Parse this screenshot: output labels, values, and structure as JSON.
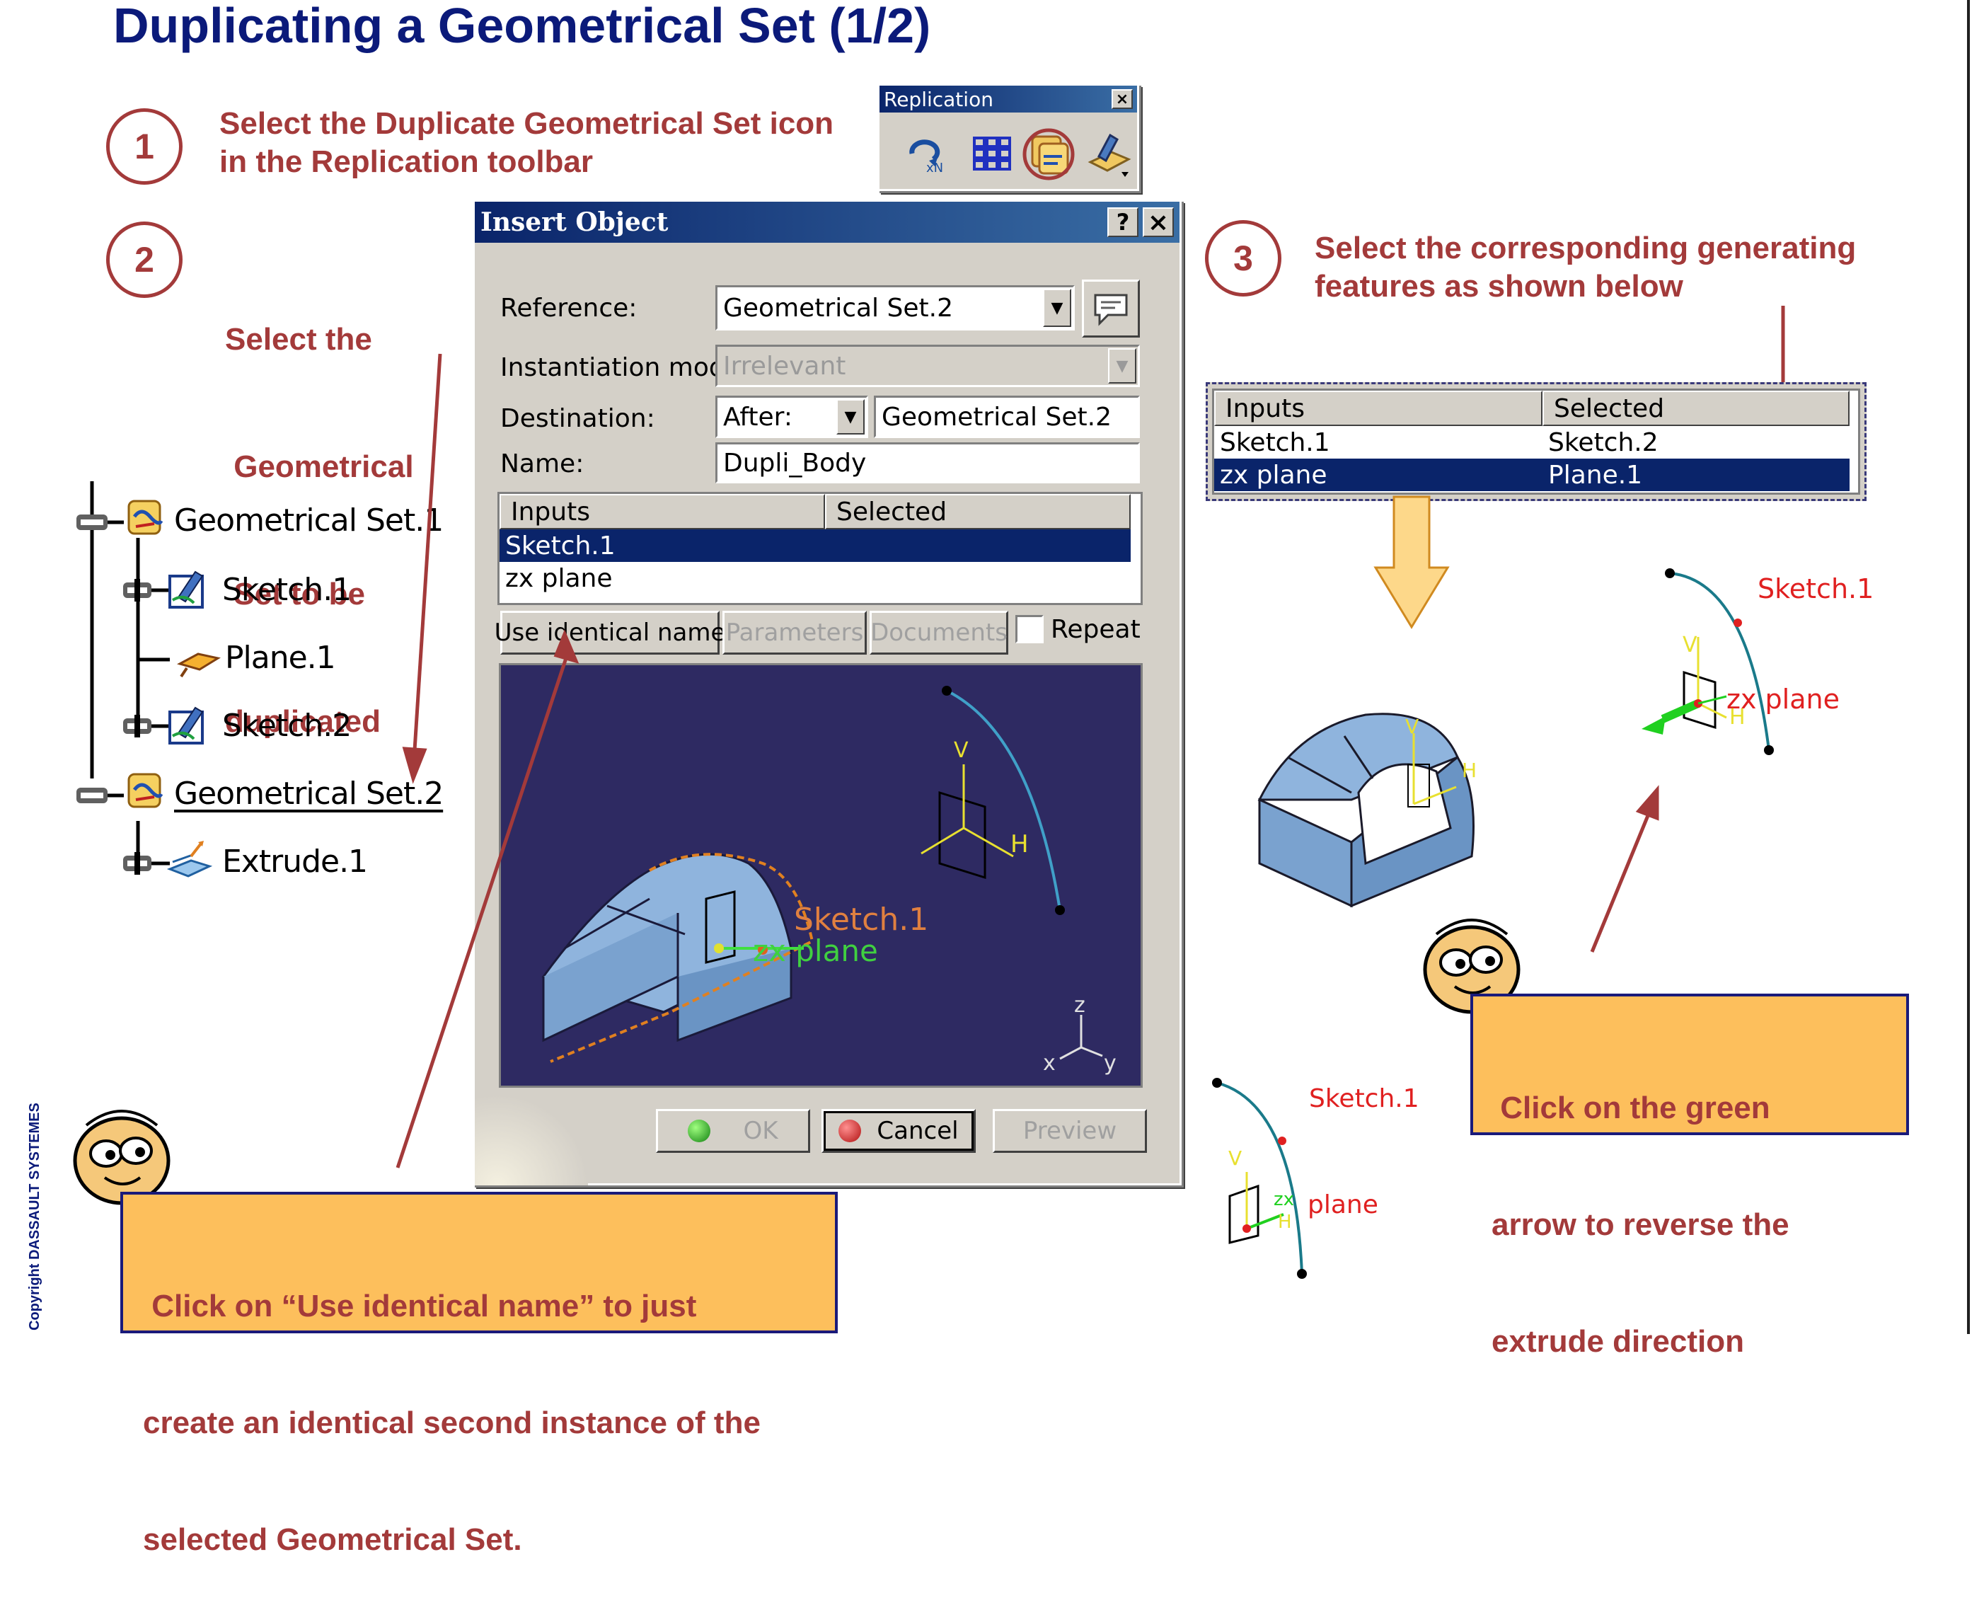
{
  "title": "Duplicating a Geometrical Set (1/2)",
  "steps": [
    {
      "number": "1",
      "lines": [
        "Select the Duplicate Geometrical Set icon",
        "in the Replication toolbar"
      ]
    },
    {
      "number": "2",
      "lines": [
        "Select the",
        " Geometrical",
        " Set to be",
        "duplicated"
      ]
    },
    {
      "number": "3",
      "lines": [
        "Select the corresponding generating",
        "features as shown below"
      ]
    }
  ],
  "toolbar": {
    "title": "Replication",
    "close": "×",
    "icons": [
      "rotate-replication-icon",
      "rectangular-pattern-icon",
      "duplicate-geometrical-set-icon",
      "save-in-catalog-icon"
    ]
  },
  "dialog": {
    "title": "Insert Object",
    "help": "?",
    "close": "×",
    "reference_label": "Reference:",
    "reference_value": "Geometrical Set.2",
    "mode_label": "Instantiation mode:",
    "mode_value": "Irrelevant",
    "destination_label": "Destination:",
    "destination_position": "After:",
    "destination_value": "Geometrical Set.2",
    "name_label": "Name:",
    "name_value": "Dupli_Body",
    "table_headers": [
      "Inputs",
      "Selected"
    ],
    "rows": [
      {
        "input": "Sketch.1",
        "selected": "",
        "highlighted": true
      },
      {
        "input": "zx plane",
        "selected": "",
        "highlighted": false
      }
    ],
    "use_identical_name": "Use identical name",
    "parameters": "Parameters",
    "documents": "Documents",
    "repeat_label": "Repeat",
    "ok": "OK",
    "cancel": "Cancel",
    "preview": "Preview",
    "preview_labels": {
      "sketch": "Sketch.1",
      "plane": "zx plane",
      "v": "V",
      "h": "H",
      "z": "z",
      "x": "x",
      "y": "y"
    }
  },
  "tree": [
    {
      "label": "Geometrical Set.1",
      "icon": "geometrical-set-icon",
      "underlined": false
    },
    {
      "label": "Sketch.1",
      "icon": "sketch-icon",
      "underlined": false
    },
    {
      "label": "Plane.1",
      "icon": "plane-icon",
      "underlined": false
    },
    {
      "label": "Sketch.2",
      "icon": "sketch-icon",
      "underlined": false
    },
    {
      "label": "Geometrical Set.2",
      "icon": "geometrical-set-icon",
      "underlined": true
    },
    {
      "label": "Extrude.1",
      "icon": "extrude-icon",
      "underlined": false
    }
  ],
  "selection_table": {
    "headers": [
      "Inputs",
      "Selected"
    ],
    "rows": [
      {
        "input": "Sketch.1",
        "selected": "Sketch.2",
        "highlighted": false
      },
      {
        "input": "zx plane",
        "selected": "Plane.1",
        "highlighted": true
      }
    ]
  },
  "right_labels": {
    "sketch": "Sketch.1",
    "plane": "zx plane",
    "v": "V",
    "h": "H"
  },
  "bottom_labels": {
    "sketch": "Sketch.1",
    "plane": "plane",
    "v": "V",
    "zx": "zx",
    "h": "H"
  },
  "callouts": {
    "identical_name": [
      " Click on “Use identical name” to just",
      "create an identical second instance of the",
      "selected Geometrical Set."
    ],
    "green_arrow": [
      " Click on the green",
      "arrow to reverse the",
      "extrude direction"
    ]
  },
  "copyright": "Copyright DASSAULT SYSTEMES",
  "colors": {
    "title": "#0b1a7a",
    "step": "#a33a3a",
    "callout_bg": "#fdbf5c",
    "selection": "#0a246a",
    "viewer_bg": "#2e2a62",
    "part": "#8fb4dd"
  }
}
